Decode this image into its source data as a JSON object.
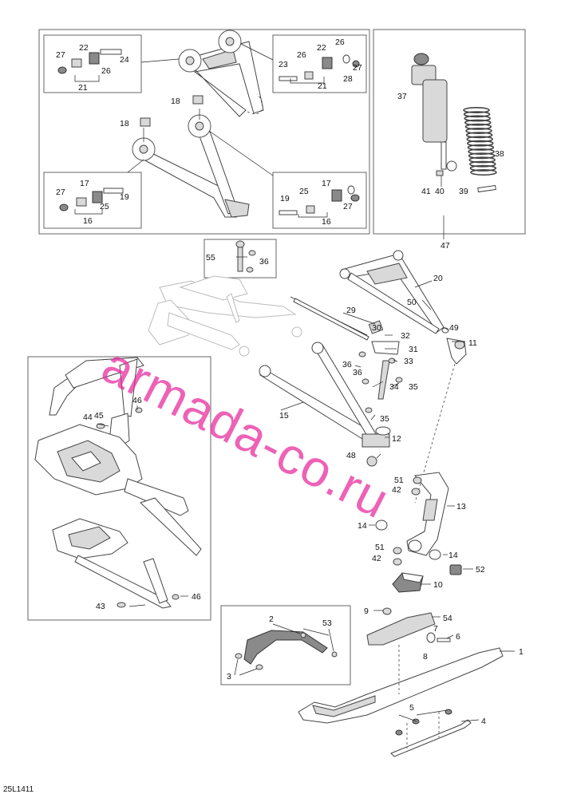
{
  "document_id": "25L1411",
  "watermark": "armada-co.ru",
  "callouts": {
    "c1": "1",
    "c2": "2",
    "c3": "3",
    "c4": "4",
    "c5": "5",
    "c6": "6",
    "c7": "7",
    "c8": "8",
    "c9": "9",
    "c10": "10",
    "c11": "11",
    "c12": "12",
    "c13": "13",
    "c14a": "14",
    "c14b": "14",
    "c15": "15",
    "c16a": "16",
    "c16b": "16",
    "c17a": "17",
    "c17b": "17",
    "c18a": "18",
    "c18b": "18",
    "c19a": "19",
    "c19b": "19",
    "c20": "20",
    "c21a": "21",
    "c21b": "21",
    "c22a": "22",
    "c22b": "22",
    "c23": "23",
    "c24": "24",
    "c25a": "25",
    "c25b": "25",
    "c26a": "26",
    "c26b": "26",
    "c26c": "26",
    "c27a": "27",
    "c27b": "27",
    "c27c": "27",
    "c27d": "27",
    "c28": "28",
    "c29": "29",
    "c30": "30",
    "c31": "31",
    "c32": "32",
    "c33": "33",
    "c34": "34",
    "c35a": "35",
    "c35b": "35",
    "c36a": "36",
    "c36b": "36",
    "c36c": "36",
    "c37": "37",
    "c38": "38",
    "c39": "39",
    "c40": "40",
    "c41": "41",
    "c42a": "42",
    "c42b": "42",
    "c43": "43",
    "c44": "44",
    "c45": "45",
    "c46a": "46",
    "c46b": "46",
    "c47": "47",
    "c48": "48",
    "c49": "49",
    "c50": "50",
    "c51a": "51",
    "c51b": "51",
    "c52": "52",
    "c53": "53",
    "c54": "54",
    "c55": "55"
  }
}
